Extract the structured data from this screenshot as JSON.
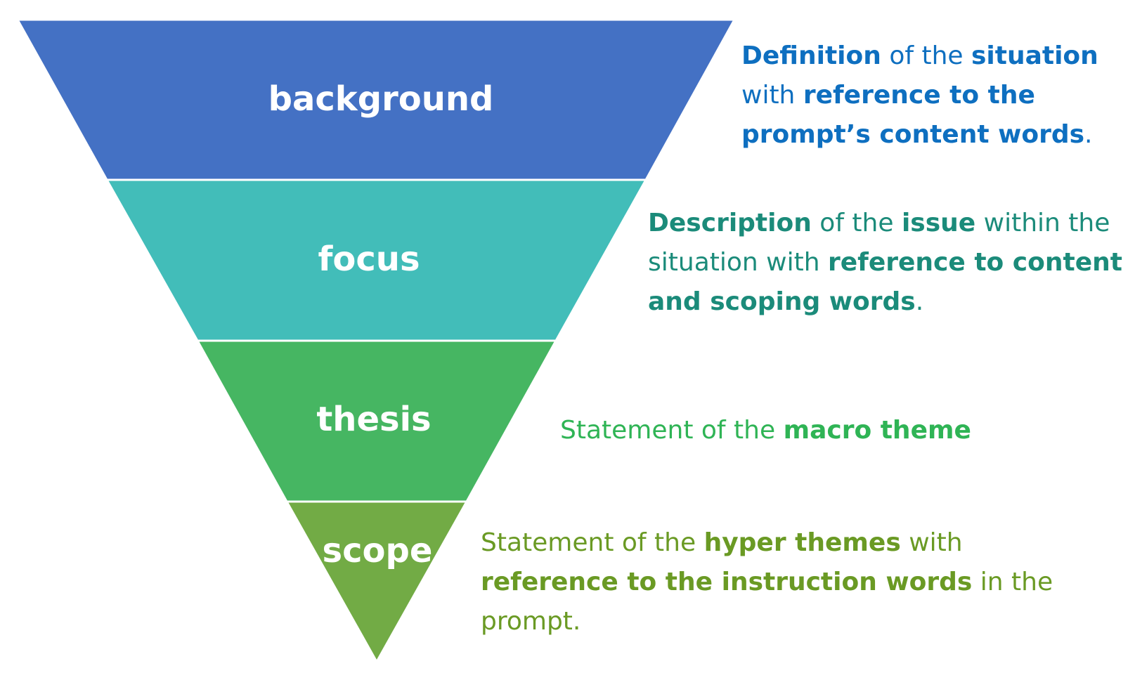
{
  "layers": [
    {
      "label": "background",
      "color": "#4471c4",
      "description_color": "#0e6fc0",
      "description": [
        {
          "text": "Definition",
          "bold": true
        },
        {
          "text": " of the ",
          "bold": false
        },
        {
          "text": "situation",
          "bold": true
        },
        {
          "text": " with ",
          "bold": false
        },
        {
          "text": "reference to the prompt’s content words",
          "bold": true
        },
        {
          "text": ".",
          "bold": false
        }
      ]
    },
    {
      "label": "focus",
      "color": "#42bdb9",
      "description_color": "#1b8b7a",
      "description": [
        {
          "text": "Description",
          "bold": true
        },
        {
          "text": " of the ",
          "bold": false
        },
        {
          "text": "issue",
          "bold": true
        },
        {
          "text": " within the situation with ",
          "bold": false
        },
        {
          "text": "reference to content and scoping words",
          "bold": true
        },
        {
          "text": ".",
          "bold": false
        }
      ]
    },
    {
      "label": "thesis",
      "color": "#46b662",
      "description_color": "#2fb455",
      "description": [
        {
          "text": "Statement of the ",
          "bold": false
        },
        {
          "text": "macro theme",
          "bold": true
        }
      ]
    },
    {
      "label": "scope",
      "color": "#72ab45",
      "description_color": "#6a9a24",
      "description": [
        {
          "text": "Statement of the ",
          "bold": false
        },
        {
          "text": "hyper themes",
          "bold": true
        },
        {
          "text": " with ",
          "bold": false
        },
        {
          "text": "reference to the instruction words",
          "bold": true
        },
        {
          "text": " in the prompt.",
          "bold": false
        }
      ]
    }
  ]
}
